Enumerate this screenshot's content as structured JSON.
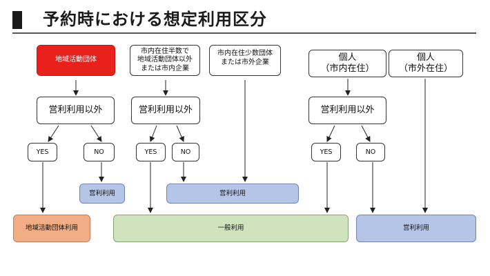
{
  "title": "予約時における想定利用区分",
  "nodes": {
    "group_org": "地域活動団体",
    "group_half_line1": "市内在住半数で",
    "group_half_line2": "地域活動団体以外",
    "group_half_line3": "または市内企業",
    "group_few_line1": "市内在住少数団体",
    "group_few_line2": "または市外企業",
    "individual_in_line1": "個人",
    "individual_in_line2": "（市内在住）",
    "individual_out_line1": "個人",
    "individual_out_line2": "（市外在住）",
    "question_1": "営利利用以外",
    "question_2": "営利利用以外",
    "question_3": "営利利用以外",
    "yes_1": "YES",
    "no_1": "NO",
    "yes_2": "YES",
    "no_2": "NO",
    "yes_3": "YES",
    "no_3": "NO",
    "commercial_1": "営利利用",
    "commercial_2": "営利利用",
    "result_org": "地域活動団体利用",
    "result_general": "一般利用",
    "result_commercial": "営利利用"
  },
  "colors": {
    "org_start": "#e8211c",
    "commercial": "#b5c5e6",
    "general": "#cfe3bf",
    "org_result": "#f2ad84"
  }
}
